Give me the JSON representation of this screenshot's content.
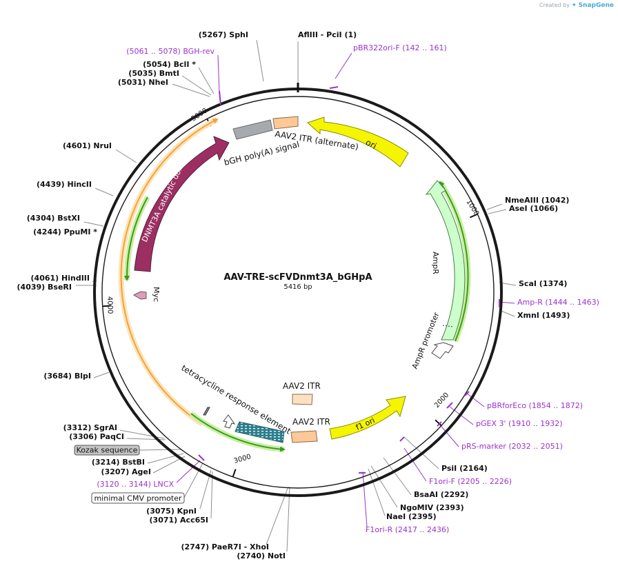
{
  "credit": {
    "prefix": "Created by",
    "brand": "SnapGene"
  },
  "plasmid": {
    "name": "AAV-TRE-scFVDnmt3A_bGHpA",
    "size": "5416 bp"
  },
  "ticks": [
    "1000",
    "2000",
    "3000",
    "4000",
    "5000"
  ],
  "sites": [
    {
      "label": "(5267)  SphI"
    },
    {
      "label": "AflIII  - PciI  (1)"
    },
    {
      "label": "(5054)  BclI *"
    },
    {
      "label": "(5035)  BmtI"
    },
    {
      "label": "(5031)  NheI"
    },
    {
      "label": "(4601)  NruI"
    },
    {
      "label": "(4439)  HincII"
    },
    {
      "label": "(4304)  BstXI"
    },
    {
      "label": "(4244)  PpuMI *"
    },
    {
      "label": "(4061)  HindIII"
    },
    {
      "label": "(4039)  BseRI"
    },
    {
      "label": "(3684)  BlpI"
    },
    {
      "label": "(3312)  SgrAI"
    },
    {
      "label": "(3306)  PaqCI"
    },
    {
      "label": "(3214)  BstBI"
    },
    {
      "label": "(3207)  AgeI"
    },
    {
      "label": "(3075)  KpnI"
    },
    {
      "label": "(3071)  Acc65I"
    },
    {
      "label": "(2747)  PaeR7I  - XhoI"
    },
    {
      "label": "(2740)  NotI"
    },
    {
      "label": "NmeAIII  (1042)"
    },
    {
      "label": "AseI  (1066)"
    },
    {
      "label": "ScaI  (1374)"
    },
    {
      "label": "XmnI  (1493)"
    },
    {
      "label": "PsiI  (2164)"
    },
    {
      "label": "BsaAI  (2292)"
    },
    {
      "label": "NgoMIV  (2393)"
    },
    {
      "label": "NaeI  (2395)"
    }
  ],
  "primers": [
    {
      "label": "(5061 .. 5078)  BGH-rev"
    },
    {
      "label": "pBR322ori-F  (142 .. 161)"
    },
    {
      "label": "Amp-R  (1444 .. 1463)"
    },
    {
      "label": "pBRforEco  (1854 .. 1872)"
    },
    {
      "label": "pGEX 3'  (1910 .. 1932)"
    },
    {
      "label": "pRS-marker  (2032 .. 2051)"
    },
    {
      "label": "F1ori-F  (2205 .. 2226)"
    },
    {
      "label": "F1ori-R  (2417 .. 2436)"
    },
    {
      "label": "(3120 .. 3144)  LNCX"
    }
  ],
  "boxed": [
    {
      "label": "Kozak sequence"
    },
    {
      "label": "minimal CMV promoter"
    }
  ],
  "features": [
    {
      "label": "ori"
    },
    {
      "label": "AAV2 ITR (alternate)"
    },
    {
      "label": "bGH poly(A) signal"
    },
    {
      "label": "DNMT3A catalytic domain"
    },
    {
      "label": "Myc"
    },
    {
      "label": "AmpR"
    },
    {
      "label": "AmpR promoter"
    },
    {
      "label": "f1 ori"
    },
    {
      "label": "AAV2 ITR"
    },
    {
      "label": "AAV2 ITR"
    },
    {
      "label": "tetracycline response element"
    }
  ],
  "colors": {
    "backbone": "#1a1a1a",
    "enzyme": "#111111",
    "primer": "#9932cc",
    "leader": "#8c8c8c",
    "ori": "#f5f500",
    "itr": "#ffc896",
    "itr_light": "#ffe0c0",
    "polyA": "#a6a9ad",
    "cds_dnmt3a": "#9b2f62",
    "myc": "#d9a0b8",
    "ampr": "#ccffcc",
    "tre": "#2e7f8c",
    "orf_green": "#3c9a1e",
    "orf_glow_green": "#c8f0a0",
    "orf_orange": "#f2a23c",
    "orf_glow_orange": "#ffe4b8",
    "boxed_fill": "#c4c4c4"
  }
}
